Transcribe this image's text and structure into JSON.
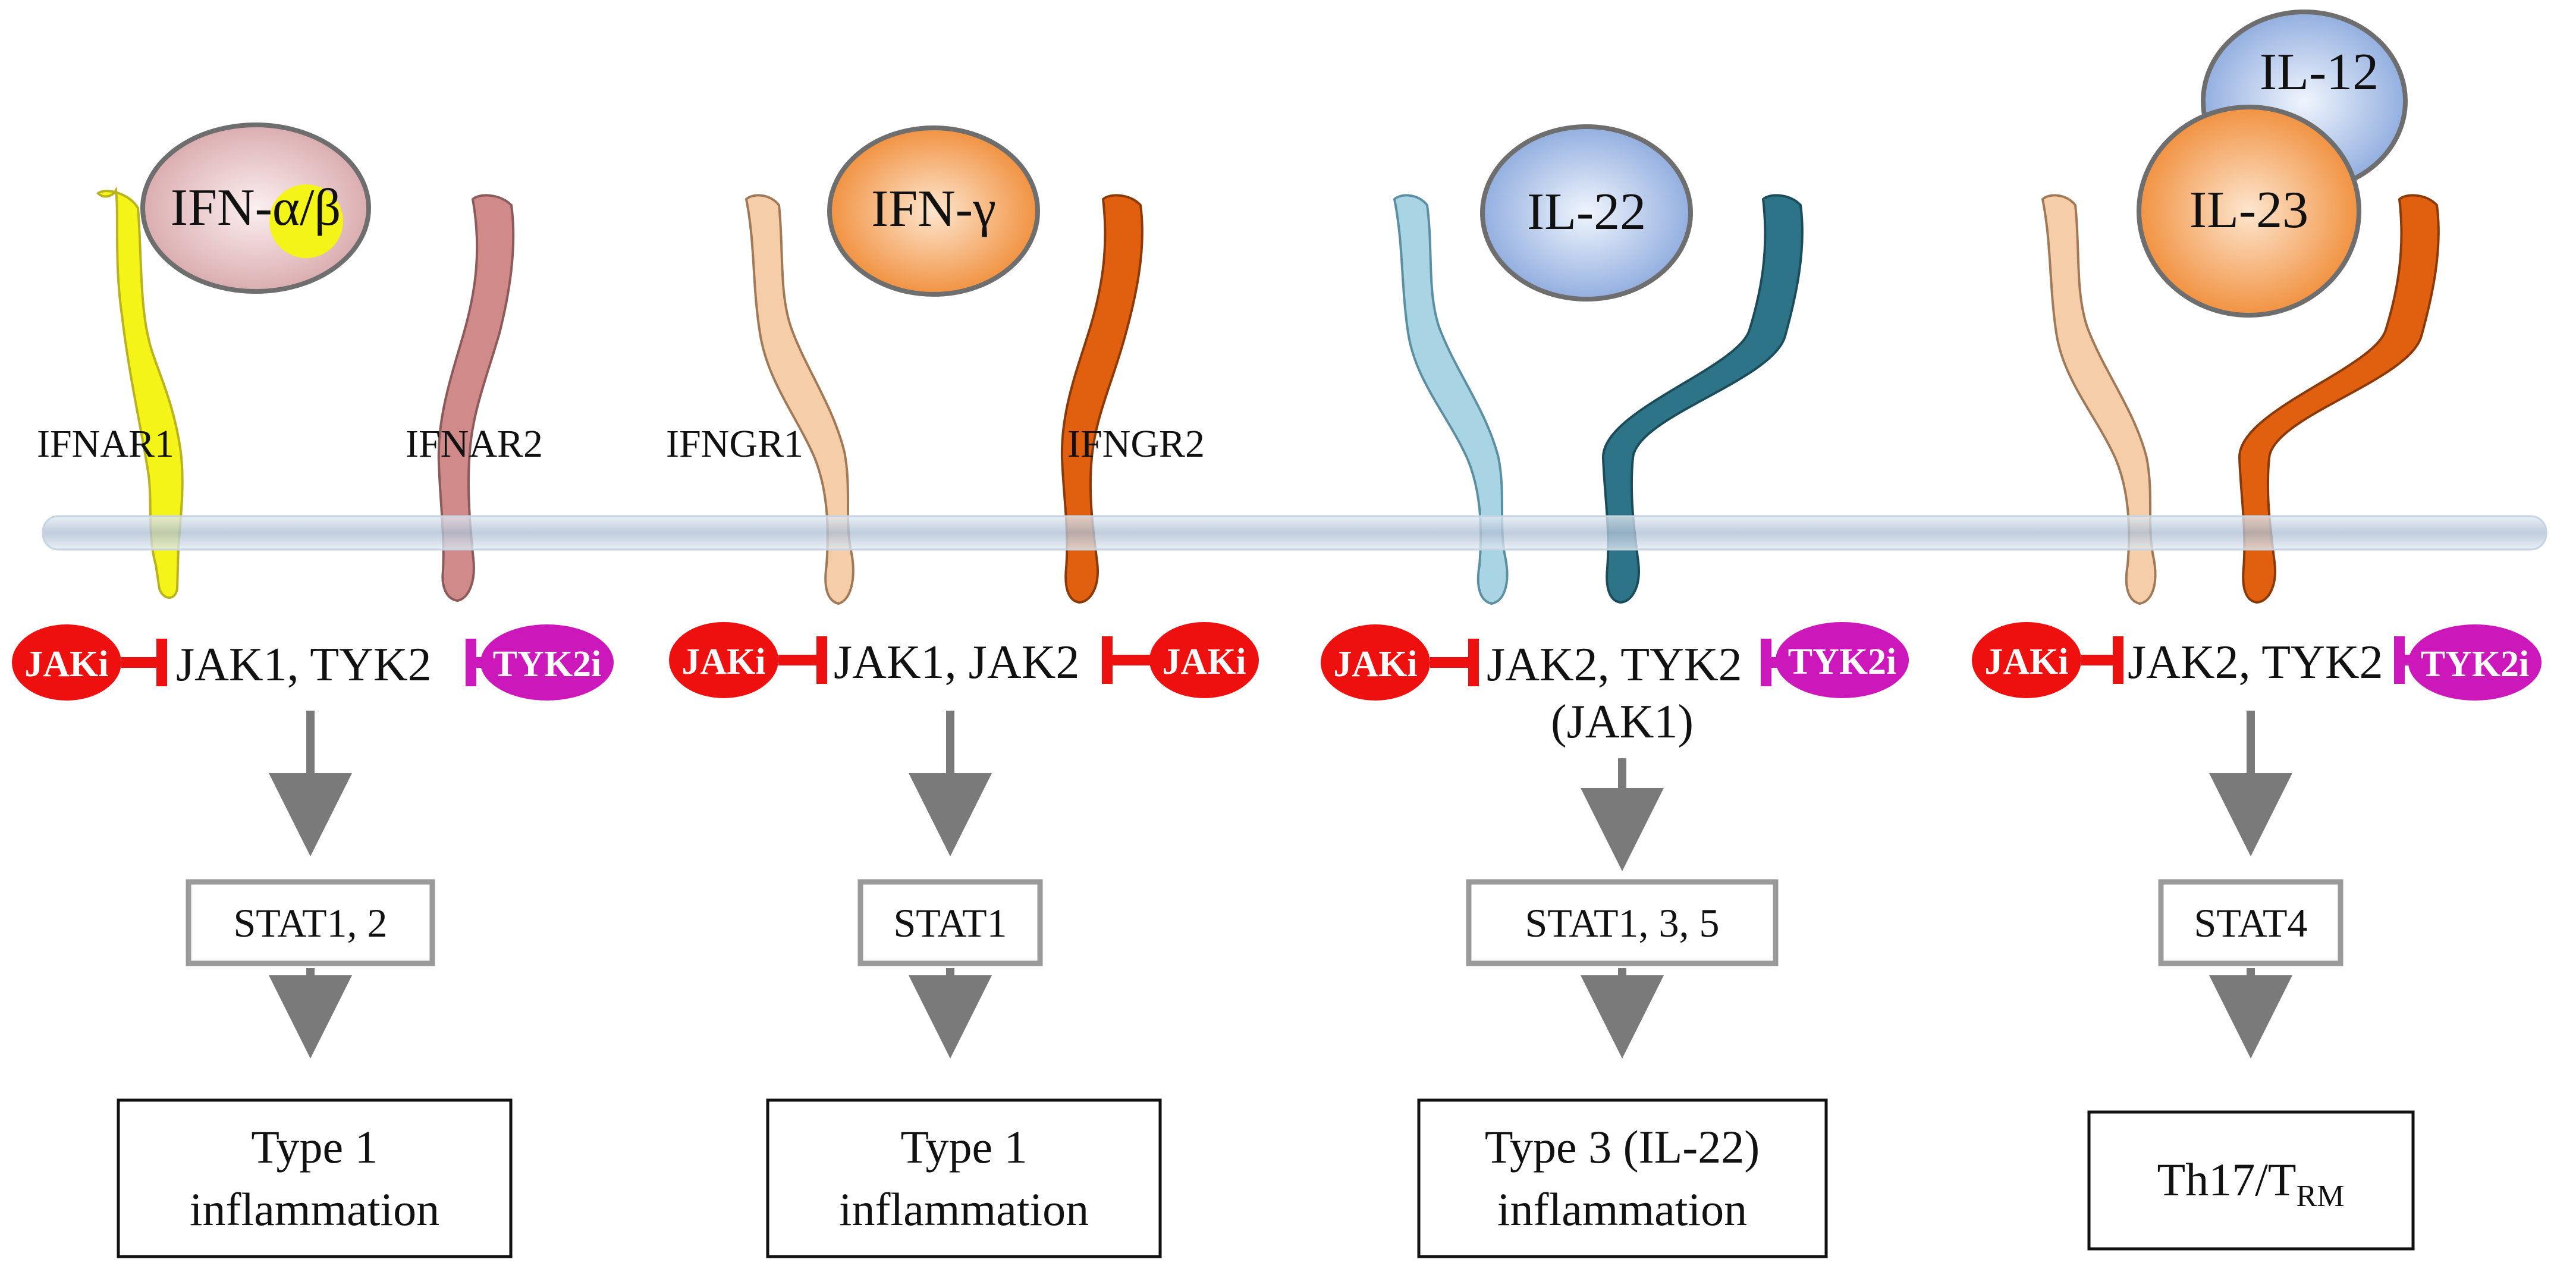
{
  "colors": {
    "jak_inhibitor": "#ee0f0f",
    "tyk2_inhibitor": "#cc18bb",
    "membrane": "#bcccde",
    "arrow": "#7a7a7a",
    "stat_border": "#9a9a9a",
    "ifnar1": "#f4f418",
    "ifnar2": "#d08a8a",
    "ifngr1": "#f5cda8",
    "ifngr2": "#e06010",
    "il22r1": "#a9d4e4",
    "il22r2": "#2e7488"
  },
  "icons": {
    "inhibition": "t-bar-inhibition-icon",
    "arrow": "down-arrow-icon"
  },
  "pathways": [
    {
      "ligand": "IFN-α/β",
      "receptor_left": "IFNAR1",
      "receptor_right": "IFNAR2",
      "kinases": "JAK1, TYK2",
      "kinases_extra": "",
      "inhibitor_left": "JAKi",
      "inhibitor_right": "TYK2i",
      "stat": "STAT1, 2",
      "outcome_line1": "Type 1",
      "outcome_line2": "inflammation"
    },
    {
      "ligand": "IFN-γ",
      "receptor_left": "IFNGR1",
      "receptor_right": "IFNGR2",
      "kinases": "JAK1, JAK2",
      "kinases_extra": "",
      "inhibitor_left": "JAKi",
      "inhibitor_right": "JAKi",
      "stat": "STAT1",
      "outcome_line1": "Type 1",
      "outcome_line2": "inflammation"
    },
    {
      "ligand": "IL-22",
      "receptor_left": "",
      "receptor_right": "",
      "kinases": "JAK2, TYK2",
      "kinases_extra": "(JAK1)",
      "inhibitor_left": "JAKi",
      "inhibitor_right": "TYK2i",
      "stat": "STAT1, 3, 5",
      "outcome_line1": "Type 3 (IL-22)",
      "outcome_line2": "inflammation"
    },
    {
      "ligand": "IL-23",
      "ligand_secondary": "IL-12",
      "receptor_left": "",
      "receptor_right": "",
      "kinases": "JAK2, TYK2",
      "kinases_extra": "",
      "inhibitor_left": "JAKi",
      "inhibitor_right": "TYK2i",
      "stat": "STAT4",
      "outcome_main": "Th17/T",
      "outcome_sub": "RM"
    }
  ]
}
